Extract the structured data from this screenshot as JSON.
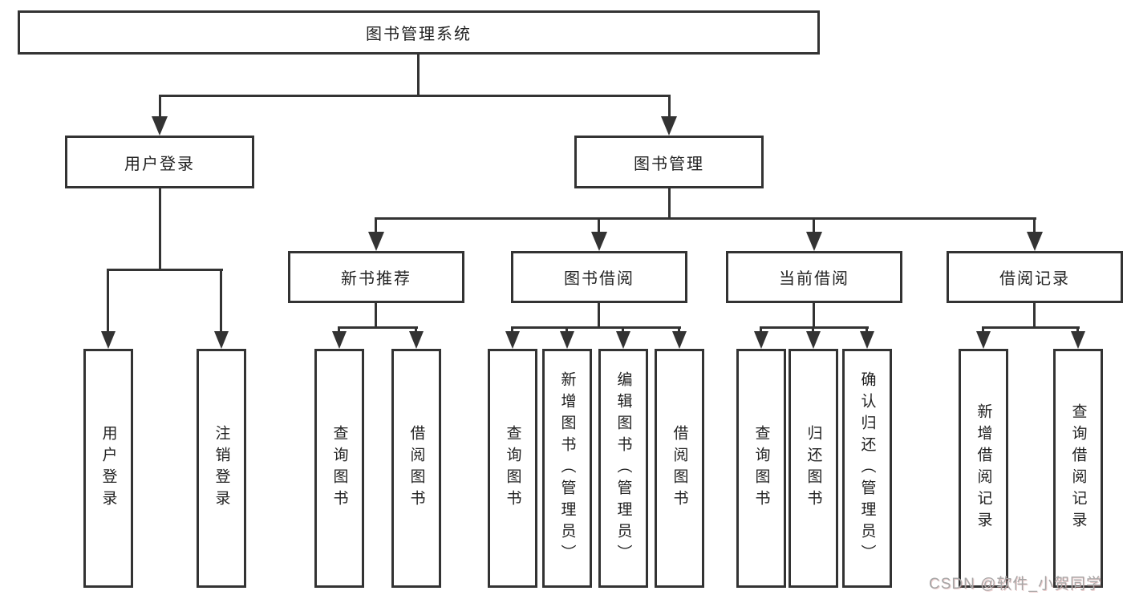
{
  "diagram": {
    "type": "tree",
    "title": "图书管理系统",
    "nodes": {
      "root": "图书管理系统",
      "user_login": "用户登录",
      "book_mgmt": "图书管理",
      "new_book_rec": "新书推荐",
      "book_borrow": "图书借阅",
      "current_borrow": "当前借阅",
      "borrow_records": "借阅记录",
      "leaf_user_login": "用户登录",
      "leaf_logout": "注销登录",
      "rec_query_books": "查询图书",
      "rec_borrow_books": "借阅图书",
      "bb_query_books": "查询图书",
      "bb_add_books": "新增图书（管理员）",
      "bb_edit_books": "编辑图书（管理员）",
      "bb_borrow_books": "借阅图书",
      "cb_query_books": "查询图书",
      "cb_return_books": "归还图书",
      "cb_confirm_return": "确认归还（管理员）",
      "br_add_record": "新增借阅记录",
      "br_query_record": "查询借阅记录"
    },
    "edges": [
      {
        "from": "root",
        "to": "user_login"
      },
      {
        "from": "root",
        "to": "book_mgmt"
      },
      {
        "from": "user_login",
        "to": "leaf_user_login"
      },
      {
        "from": "user_login",
        "to": "leaf_logout"
      },
      {
        "from": "book_mgmt",
        "to": "new_book_rec"
      },
      {
        "from": "book_mgmt",
        "to": "book_borrow"
      },
      {
        "from": "book_mgmt",
        "to": "current_borrow"
      },
      {
        "from": "book_mgmt",
        "to": "borrow_records"
      },
      {
        "from": "new_book_rec",
        "to": "rec_query_books"
      },
      {
        "from": "new_book_rec",
        "to": "rec_borrow_books"
      },
      {
        "from": "book_borrow",
        "to": "bb_query_books"
      },
      {
        "from": "book_borrow",
        "to": "bb_add_books"
      },
      {
        "from": "book_borrow",
        "to": "bb_edit_books"
      },
      {
        "from": "book_borrow",
        "to": "bb_borrow_books"
      },
      {
        "from": "current_borrow",
        "to": "cb_query_books"
      },
      {
        "from": "current_borrow",
        "to": "cb_return_books"
      },
      {
        "from": "current_borrow",
        "to": "cb_confirm_return"
      },
      {
        "from": "borrow_records",
        "to": "br_add_record"
      },
      {
        "from": "borrow_records",
        "to": "br_query_record"
      }
    ],
    "colors": {
      "line": "#333333",
      "box_border": "#333333",
      "box_fill": "#ffffff",
      "text": "#222222",
      "background": "#ffffff",
      "watermark": "#a6a6a6"
    },
    "watermark": "CSDN @软件_小贺同学"
  }
}
